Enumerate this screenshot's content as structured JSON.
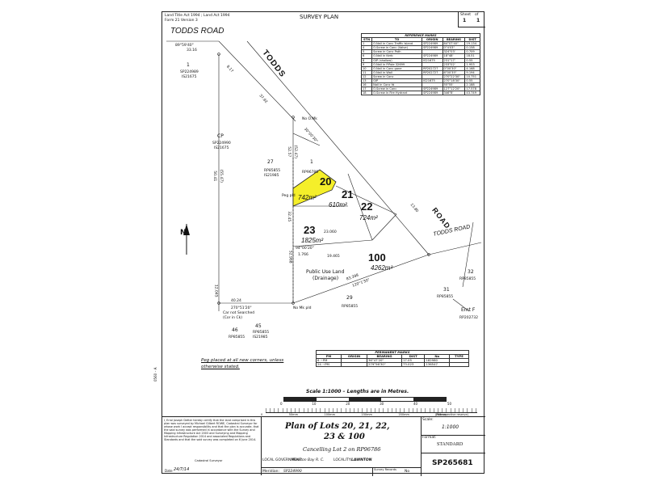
{
  "header": {
    "left_line1": "Land Title Act 1994 ; Land Act 1994",
    "left_line2": "Form 21 Version 3",
    "title": "SURVEY PLAN",
    "sheet_label": "Sheet",
    "sheet_of": "of",
    "sheet_no": "1",
    "sheet_total": "1"
  },
  "reference_marks": {
    "title": "REFERENCE MARKS",
    "columns": [
      "STN",
      "TO",
      "ORIGIN",
      "BEARING",
      "DIST"
    ],
    "rows": [
      [
        "1",
        "O.Nail in Conc Traffic Island",
        "SP224989",
        "64°07'40\"",
        "19.134"
      ],
      [
        "4",
        "O.Screw in Conc (Valve)",
        "SP224989",
        "0°4'03\"",
        "0.158"
      ],
      [
        "5",
        "Screw in Conc Path",
        "",
        "324°03'",
        "0.709"
      ],
      [
        "6",
        "O.Nail in Kerb",
        "SP224989",
        "18°48'",
        "18.51"
      ],
      [
        "8",
        "GIP (shallow)",
        "IS21675",
        "231°17'",
        "0.55"
      ],
      [
        "9",
        "O.Nail in P.Pole 32699",
        "",
        "233°02'",
        "1.953"
      ],
      [
        "10",
        "O.Nail in Conc gone",
        "RP202727",
        "0°00'30\"",
        "4.168"
      ],
      [
        "11",
        "O.Nail in Wall",
        "RP202727",
        "6°00'35\"",
        "9.194"
      ],
      [
        "12",
        "Screw in Conc",
        "",
        "270°22'30\"",
        "10.751"
      ],
      [
        "13",
        "GIP",
        "IS21675",
        "270°18'30\"",
        "0.55"
      ],
      [
        "16",
        "Nail in Conc fd",
        "",
        "55°55'",
        "2.188"
      ],
      [
        "17",
        "O.Screw in Conc",
        "SP224989",
        "127°12'20\"",
        "17.578"
      ],
      [
        "18",
        "O.Screw in Fire Hydrant",
        "SP224989",
        "346°8'",
        "43.749"
      ]
    ]
  },
  "roads": {
    "todds_upper": "TODDS  ROAD",
    "todds_diag": "TODDS",
    "road_diag": "ROAD",
    "todds_lower": "TODDS  ROAD"
  },
  "lots": [
    {
      "number": "20",
      "area": "742m²"
    },
    {
      "number": "21",
      "area": "610m²"
    },
    {
      "number": "22",
      "area": "724m²"
    },
    {
      "number": "23",
      "area": "1825m²"
    },
    {
      "number": "100",
      "area": "4262m²"
    }
  ],
  "public_use": {
    "line1": "Public Use Land",
    "line2": "(Drainage)"
  },
  "adjoining": [
    {
      "text": "1"
    },
    {
      "text": "SP224989"
    },
    {
      "text": "IS21675"
    },
    {
      "text": "CP"
    },
    {
      "text": "SP224990"
    },
    {
      "text": "IS21675"
    },
    {
      "text": "27"
    },
    {
      "text": "RP85855"
    },
    {
      "text": "IS21985"
    },
    {
      "text": "1"
    },
    {
      "text": "RP96786"
    },
    {
      "text": "29"
    },
    {
      "text": "RP85855"
    },
    {
      "text": "45"
    },
    {
      "text": "RP85855"
    },
    {
      "text": "IS21985"
    },
    {
      "text": "46"
    },
    {
      "text": "RP85855"
    },
    {
      "text": "32"
    },
    {
      "text": "RP85855"
    },
    {
      "text": "31"
    },
    {
      "text": "RP85855"
    },
    {
      "text": "Emt F"
    },
    {
      "text": "RP202732"
    }
  ],
  "dims": [
    "89°59'40\"",
    "33.16",
    "8.17",
    "37.62",
    "30°00'30\"",
    "52.57",
    "(52.47)",
    "50.41",
    "(55.47)",
    "40.24",
    "270°51'20\"",
    "52.968",
    "83.398",
    "120°1'30\"",
    "23.060",
    "1.766",
    "19.465",
    "94°00'20\"",
    "32.45",
    "12.045",
    "13.80",
    "No O.Mk",
    "Peg pld",
    "No Mk pld",
    "Car not Searched",
    "(Cor in Ck)"
  ],
  "north_label": "N",
  "notes": {
    "peg_line1": "Peg placed at all new corners, unless",
    "peg_line2": "otherwise stated."
  },
  "permanent_marks": {
    "title": "PERMANENT MARKS",
    "columns": [
      "PM",
      "ORIGIN",
      "BEARING",
      "DIST",
      "No",
      "TYPE"
    ],
    "rows": [
      [
        "6 ~PM",
        "",
        "36°47'20\"",
        "17.05",
        "182980",
        ""
      ],
      [
        "24 ~PM",
        "",
        "279°56'30\"",
        "73.023",
        "136547",
        ""
      ]
    ]
  },
  "scale": {
    "text": "Scale 1:1000 – Lengths are in Metres.",
    "bar_labels": [
      "0",
      "10",
      "20",
      "30",
      "40",
      "50"
    ],
    "ruler_labels": [
      "0",
      "50mm",
      "100mm",
      "150mm",
      "200mm",
      "250mm"
    ],
    "reserve_note": "(Retrospective reserve)"
  },
  "cert": {
    "text": "I, Errol Joseph Detter hereby certify that the land comprised in this plan was surveyed by Michael Gilbert ROWE, Cadastral Surveyor for whose work I accept responsibility and that the plan is accurate, that the said survey was performed in accordance with the Survey and Mapping Infrastructure Act 2003 and Surveying and Mapping Infrastructure Regulation 2014 and associated Regulations and Standards and that the said survey was completed on 6 June 2014.",
    "signer": "Cadastral Surveyor",
    "date_label": "Date",
    "date": "24/7/14"
  },
  "title_block": {
    "plan_of": "Plan of Lots 20, 21, 22,",
    "plan_of2": "23 & 100",
    "cancelling": "Cancelling Lot 2 on RP96786",
    "local_gov_label": "LOCAL GOVERNMENT:",
    "local_gov": "Moreton Bay R. C.",
    "locality_label": "LOCALITY:",
    "locality": "LAWNTON",
    "meridian_label": "Meridian:",
    "meridian": "SP224990",
    "survey_records_label": "Survey Records",
    "survey_records": "No",
    "scale_label": "Scale:",
    "scale": "1:1000",
    "format_label": "Format:",
    "format": "STANDARD",
    "plan_no": "SP265681"
  },
  "side_note": "0560 – A"
}
